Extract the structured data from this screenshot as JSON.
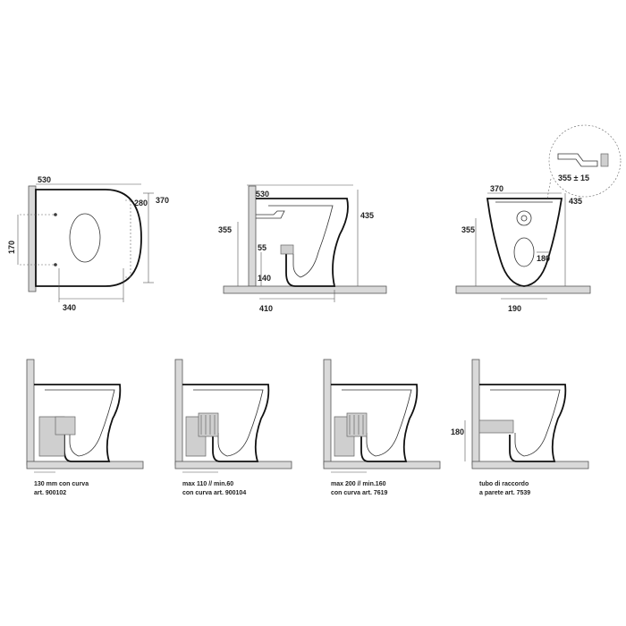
{
  "top_view": {
    "width": "530",
    "length": "370",
    "inner": "280",
    "height": "170",
    "fix": "340"
  },
  "side_view": {
    "width": "530",
    "height": "435",
    "axis": "355",
    "outlet_h": "55",
    "floor": "140",
    "depth": "410"
  },
  "back_view": {
    "width": "370",
    "height": "435",
    "axis": "355",
    "outlet": "180",
    "base": "190",
    "detail": "355 ± 15"
  },
  "installations": [
    {
      "line1": "130 mm con curva",
      "line2": "art. 900102",
      "line3": ""
    },
    {
      "line1": "max 110 // min.60",
      "line2": "con curva art. 900104",
      "line3": ""
    },
    {
      "line1": "max 200 // min.160",
      "line2": "con curva art. 7619",
      "line3": ""
    },
    {
      "line1": "tubo di raccordo",
      "line2": "a parete art. 7539",
      "line3": ""
    }
  ],
  "install4_dim": "180"
}
